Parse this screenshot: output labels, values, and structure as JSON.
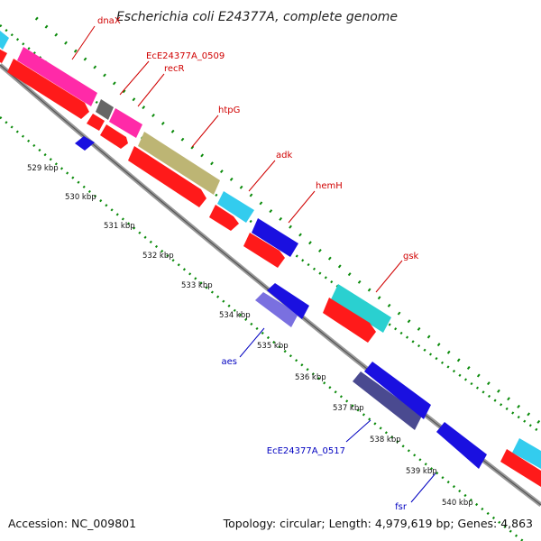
{
  "title": "Escherichia coli E24377A, complete genome",
  "ticks": [
    "529 kbp",
    "530 kbp",
    "531 kbp",
    "532 kbp",
    "533 kbp",
    "534 kbp",
    "535 kbp",
    "536 kbp",
    "537 kbp",
    "538 kbp",
    "539 kbp",
    "540 kbp"
  ],
  "gene_labels_forward": [
    "dnaX",
    "EcE24377A_0509",
    "recR",
    "htpG",
    "adk",
    "hemH",
    "gsk"
  ],
  "gene_labels_reverse": [
    "aes",
    "EcE24377A_0517",
    "fsr"
  ],
  "footer": {
    "accession": "Accession: NC_009801",
    "stats": "Topology: circular; Length: 4,979,619 bp; Genes: 4,863"
  },
  "colors": {
    "forward_label": "#d00000",
    "reverse_label": "#0000c0",
    "backbone": "#8a8a8a",
    "tick_green": "#0a8a0a",
    "cds_red": "#ff1a1a",
    "cds_blue": "#1a10e0",
    "cds_cyan": "#33ccee",
    "cds_magenta": "#ff2aa8",
    "cds_olive": "#bdb574",
    "cds_gray": "#666666",
    "cds_teal": "#2ad0d0",
    "cds_slate": "#4a4a90",
    "cds_periwinkle": "#7a70e0"
  }
}
